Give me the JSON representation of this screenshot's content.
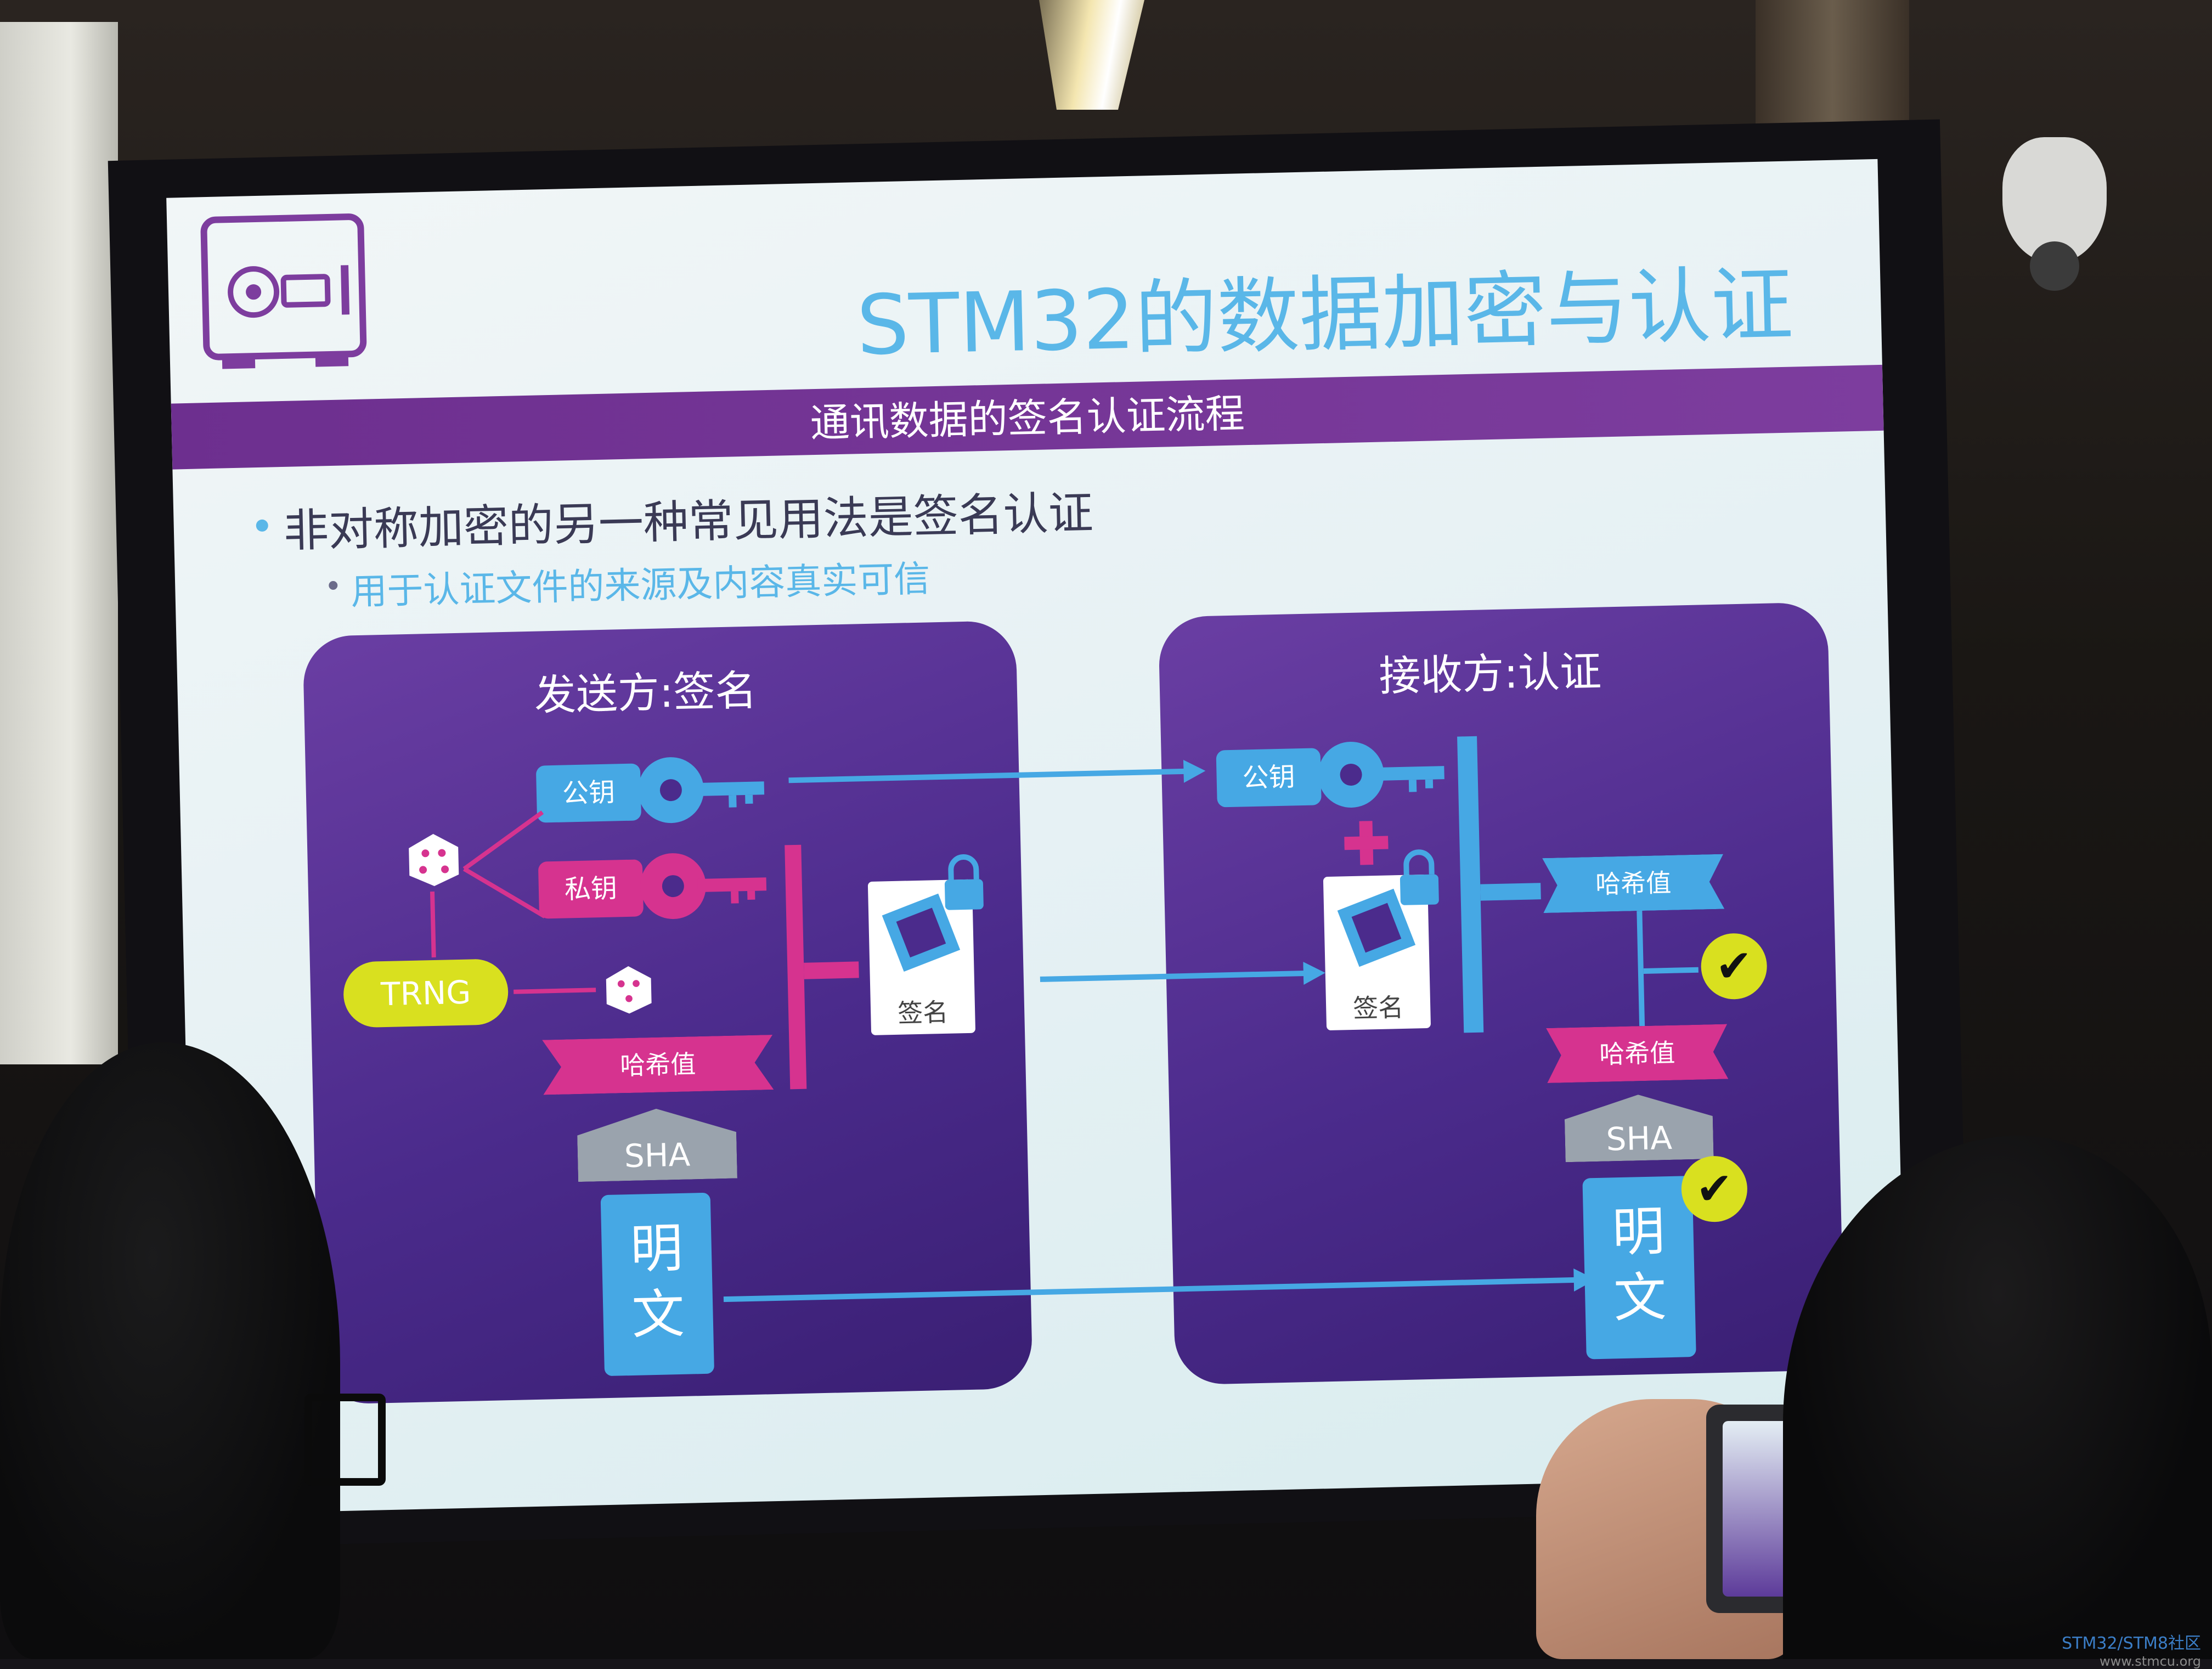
{
  "slide": {
    "title": "STM32的数据加密与认证",
    "banner": "通讯数据的签名认证流程",
    "bullet_main": "非对称加密的另一种常见用法是签名认证",
    "bullet_sub": "用于认证文件的来源及内容真实可信"
  },
  "sender": {
    "title": "发送方:签名",
    "public_key": "公钥",
    "private_key": "私钥",
    "trng": "TRNG",
    "hash": "哈希值",
    "sha": "SHA",
    "signature": "签名",
    "plaintext": "明\n文"
  },
  "receiver": {
    "title": "接收方:认证",
    "public_key": "公钥",
    "hash_top": "哈希值",
    "hash_bottom": "哈希值",
    "sha": "SHA",
    "signature": "签名",
    "plaintext": "明\n文"
  },
  "watermark": {
    "line1": "STM32/STM8社区",
    "line2": "www.stmcu.org"
  },
  "colors": {
    "title_blue": "#5ab7e8",
    "banner_purple": "#6d2f8f",
    "panel_purple": "#4b2b8c",
    "pink": "#d6338f",
    "yellow": "#d9e01f"
  }
}
